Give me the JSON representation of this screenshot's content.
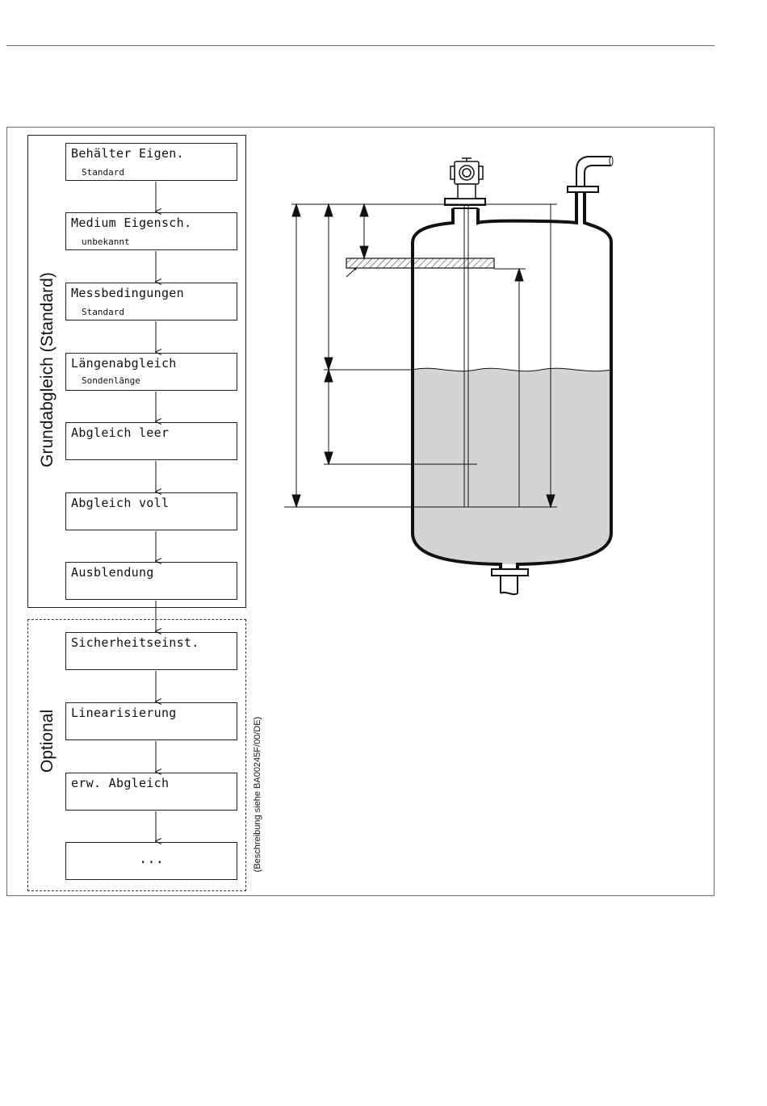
{
  "groups": {
    "standard_label": "Grundabgleich (Standard)",
    "optional_label": "Optional"
  },
  "note": "(Beschreibung siehe BA00245F/00/DE)",
  "menu_boxes": [
    {
      "title": "Behälter Eigen.",
      "value": "Standard"
    },
    {
      "title": "Medium Eigensch.",
      "value": "unbekannt"
    },
    {
      "title": "Messbedingungen",
      "value": "Standard"
    },
    {
      "title": "Längenabgleich",
      "value": "Sondenlänge"
    },
    {
      "title": "Abgleich leer",
      "value": ""
    },
    {
      "title": "Abgleich voll",
      "value": ""
    },
    {
      "title": "Ausblendung",
      "value": ""
    },
    {
      "title": "Sicherheitseinst.",
      "value": ""
    },
    {
      "title": "Linearisierung",
      "value": ""
    },
    {
      "title": "erw. Abgleich",
      "value": ""
    },
    {
      "title": "...",
      "value": ""
    }
  ],
  "colors": {
    "liquid": "#d4d4d4",
    "line": "#111111",
    "frame": "#6d6d6d"
  }
}
